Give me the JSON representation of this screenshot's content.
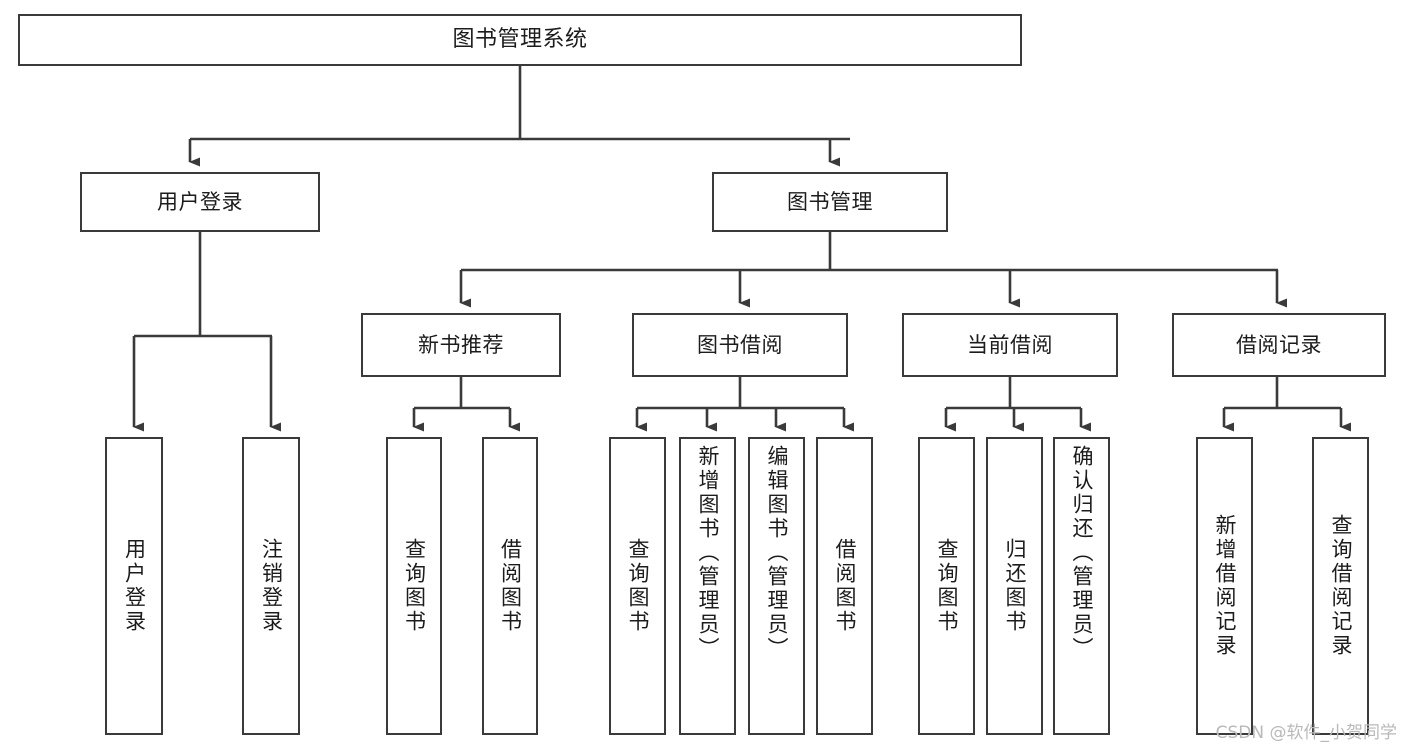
{
  "diagram": {
    "type": "tree-hierarchy",
    "title": "图书管理系统",
    "watermark": "CSDN @软件_小贺同学",
    "colors": {
      "background": "#ffffff",
      "box_border": "#3a3a3a",
      "box_fill": "#ffffff",
      "edge": "#3a3a3a",
      "text": "#1c1c1c",
      "watermark": "#b9b9b9"
    },
    "nodes": {
      "root": {
        "label": "图书管理系统",
        "level": 1
      },
      "user_login": {
        "label": "用户登录",
        "level": 2
      },
      "book_manage": {
        "label": "图书管理",
        "level": 2
      },
      "new_book_rec": {
        "label": "新书推荐",
        "level": 3
      },
      "book_borrow": {
        "label": "图书借阅",
        "level": 3
      },
      "current_borrow": {
        "label": "当前借阅",
        "level": 3
      },
      "borrow_record": {
        "label": "借阅记录",
        "level": 3
      },
      "leaf_user_login": {
        "label": "用户登录",
        "level": 3
      },
      "leaf_logout": {
        "label": "注销登录",
        "level": 3
      },
      "leaf_query_book_1": {
        "label": "查询图书",
        "level": 4
      },
      "leaf_borrow_book_1": {
        "label": "借阅图书",
        "level": 4
      },
      "leaf_query_book_2": {
        "label": "查询图书",
        "level": 4
      },
      "leaf_add_book": {
        "label": "新增图书（管理员）",
        "level": 4
      },
      "leaf_edit_book": {
        "label": "编辑图书（管理员）",
        "level": 4
      },
      "leaf_borrow_book_2": {
        "label": "借阅图书",
        "level": 4
      },
      "leaf_query_book_3": {
        "label": "查询图书",
        "level": 4
      },
      "leaf_return_book": {
        "label": "归还图书",
        "level": 4
      },
      "leaf_confirm_return": {
        "label": "确认归还（管理员）",
        "level": 4
      },
      "leaf_add_record": {
        "label": "新增借阅记录",
        "level": 4
      },
      "leaf_query_record": {
        "label": "查询借阅记录",
        "level": 4
      }
    },
    "edges": [
      {
        "from": "root",
        "to": "user_login"
      },
      {
        "from": "root",
        "to": "book_manage"
      },
      {
        "from": "user_login",
        "to": "leaf_user_login"
      },
      {
        "from": "user_login",
        "to": "leaf_logout"
      },
      {
        "from": "book_manage",
        "to": "new_book_rec"
      },
      {
        "from": "book_manage",
        "to": "book_borrow"
      },
      {
        "from": "book_manage",
        "to": "current_borrow"
      },
      {
        "from": "book_manage",
        "to": "borrow_record"
      },
      {
        "from": "new_book_rec",
        "to": "leaf_query_book_1"
      },
      {
        "from": "new_book_rec",
        "to": "leaf_borrow_book_1"
      },
      {
        "from": "book_borrow",
        "to": "leaf_query_book_2"
      },
      {
        "from": "book_borrow",
        "to": "leaf_add_book"
      },
      {
        "from": "book_borrow",
        "to": "leaf_edit_book"
      },
      {
        "from": "book_borrow",
        "to": "leaf_borrow_book_2"
      },
      {
        "from": "current_borrow",
        "to": "leaf_query_book_3"
      },
      {
        "from": "current_borrow",
        "to": "leaf_return_book"
      },
      {
        "from": "current_borrow",
        "to": "leaf_confirm_return"
      },
      {
        "from": "borrow_record",
        "to": "leaf_add_record"
      },
      {
        "from": "borrow_record",
        "to": "leaf_query_record"
      }
    ]
  }
}
